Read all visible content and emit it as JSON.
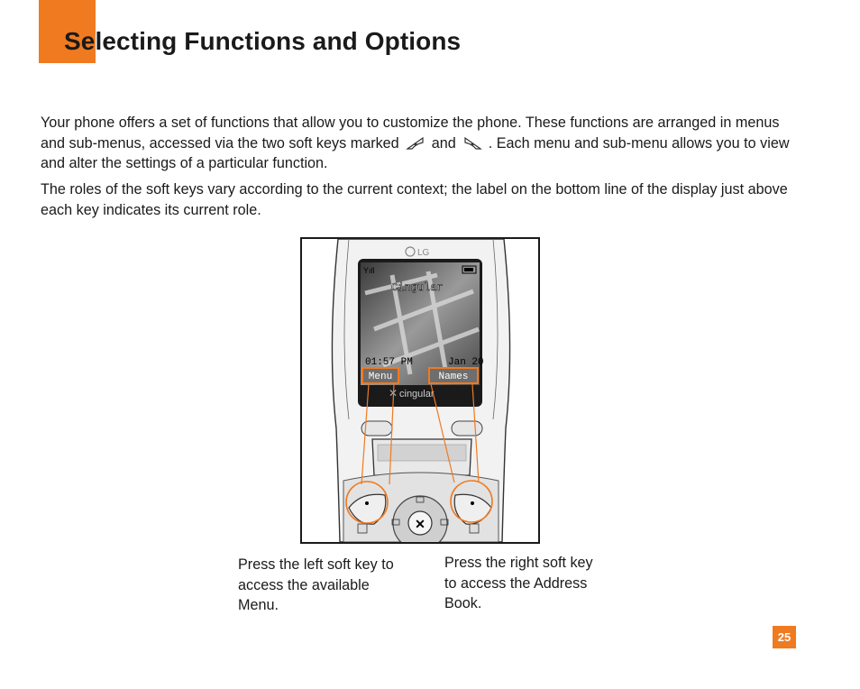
{
  "page": {
    "title": "Selecting Functions and Options",
    "page_number": "25",
    "accent_color": "#f07a20"
  },
  "intro": {
    "p1_before": "Your phone offers a set of functions that allow you to customize the phone. These functions are arranged in menus and sub-menus, accessed via the two soft keys marked",
    "p1_and": "and",
    "p1_after": ". Each menu and sub-menu allows you to view and alter the settings of a particular function.",
    "p2": "The roles of the soft keys vary according to the current context; the label on the bottom line of the display just above each key indicates its current role.",
    "left_key_icon": "left-soft-key-icon",
    "right_key_icon": "right-soft-key-icon"
  },
  "phone_screen": {
    "brand": "LG",
    "carrier": "Cingular",
    "time": "01:57 PM",
    "date": "Jan 20",
    "left_label": "Menu",
    "right_label": "Names",
    "logo_text": "cingular"
  },
  "captions": {
    "left": "Press the left soft key to access the available Menu.",
    "right": "Press the right soft key to access the Address Book."
  }
}
